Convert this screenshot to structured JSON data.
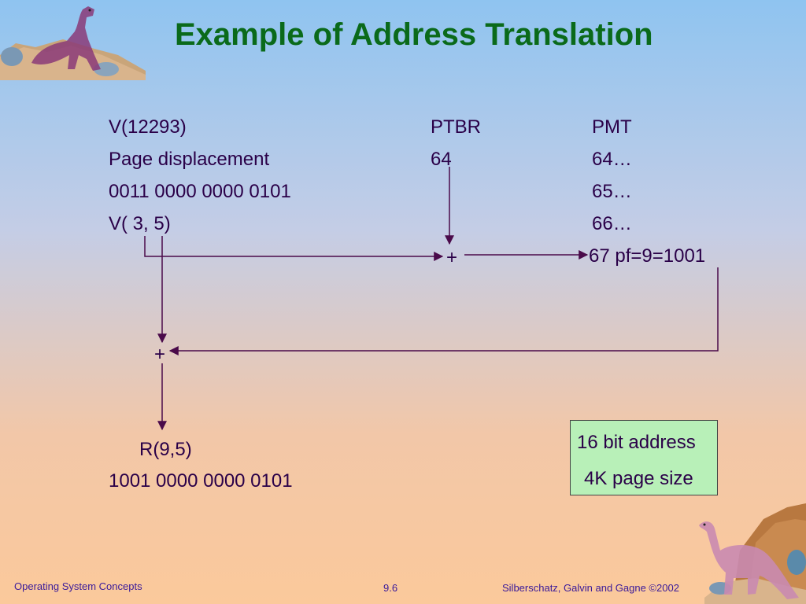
{
  "slide": {
    "title": "Example of Address Translation",
    "virtual": {
      "line1": "V(12293)",
      "line2": "Page  displacement",
      "line3": "0011  0000 0000 0101",
      "line4": "V( 3, 5)"
    },
    "ptbr": {
      "label": "PTBR",
      "value": "64"
    },
    "pmt": {
      "label": "PMT",
      "entries": [
        "64…",
        "65…",
        "66…",
        "67  pf=9=1001"
      ]
    },
    "plus_top": "+",
    "plus_left": "+",
    "real": {
      "line1": "R(9,5)",
      "line2": "1001 0000 0000 0101"
    },
    "info_box": {
      "line1": "16 bit address",
      "line2": "4K page size"
    },
    "footer": {
      "left": "Operating System Concepts",
      "center": "9.6",
      "right": "Silberschatz, Galvin and  Gagne ©2002"
    },
    "colors": {
      "title": "#0a6a1a",
      "text": "#2a0048",
      "arrows": "#4a0a4a",
      "box": "#b8f0b8"
    }
  }
}
